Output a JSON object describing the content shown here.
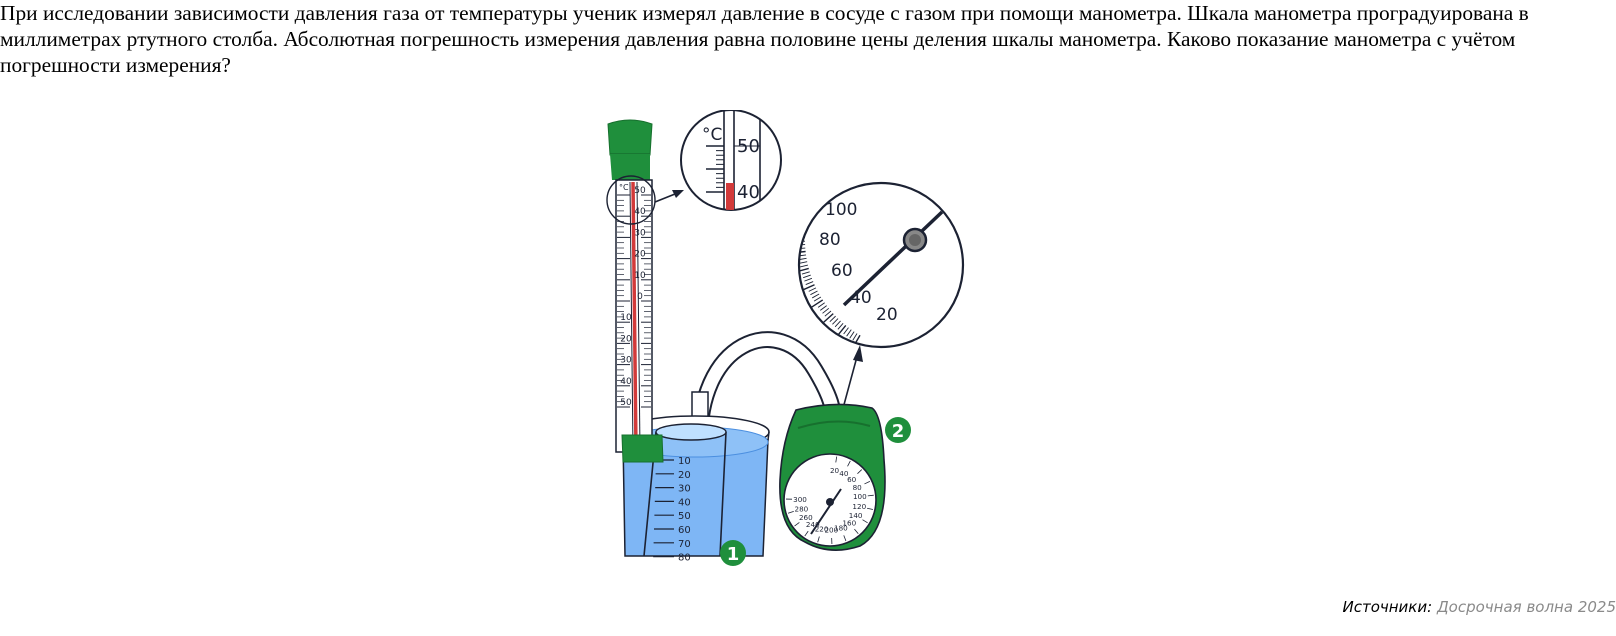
{
  "task": {
    "text": "При исследовании зависимости давления газа от температуры ученик измерял давление в сосуде с газом при помощи манометра. Шкала манометра проградуирована в миллиметрах ртутного столба. Абсолютная погрешность измерения давления равна половине цены деления шкалы манометра. Каково показание манометра с учётом погрешности измерения?"
  },
  "figure": {
    "thermometer_labels": [
      "50",
      "40",
      "30",
      "20",
      "10",
      "0",
      "10",
      "20",
      "30",
      "40",
      "50"
    ],
    "thermometer_unit": "°C",
    "zoom_thermometer": {
      "unit": "°C",
      "labels": [
        "50",
        "40"
      ]
    },
    "zoom_gauge_labels": [
      "100",
      "80",
      "60",
      "40",
      "20"
    ],
    "gauge_labels": [
      "20",
      "40",
      "60",
      "80",
      "100",
      "120",
      "140",
      "160",
      "180",
      "200",
      "220",
      "240",
      "260",
      "280",
      "300"
    ],
    "beaker_labels": [
      "10",
      "20",
      "30",
      "40",
      "50",
      "60",
      "70",
      "80"
    ],
    "badge_1": "1",
    "badge_2": "2",
    "colors": {
      "green": "#1f8f3c",
      "dark_green": "#17702e",
      "water": "#7eb6f5",
      "mercury": "#d23a3a",
      "outline": "#1c2233"
    }
  },
  "source": {
    "label": "Источники:",
    "link": "Досрочная волна 2025"
  }
}
